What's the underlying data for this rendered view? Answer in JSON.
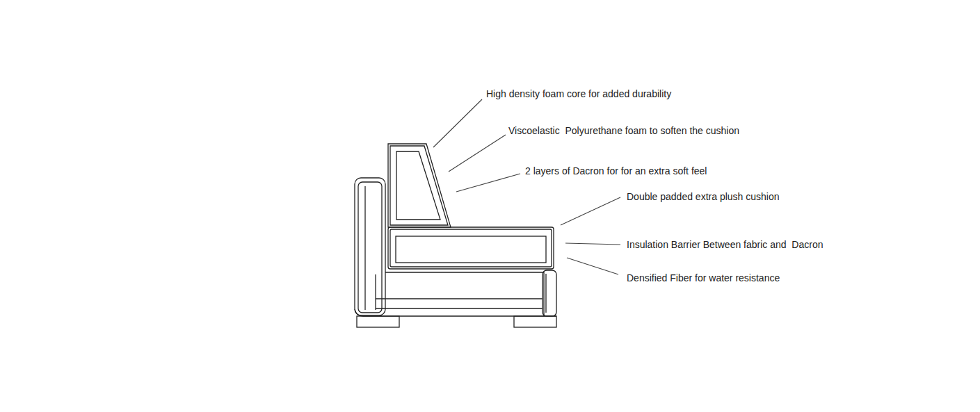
{
  "diagram": {
    "labels": [
      "High density foam core for added durability",
      "Viscoelastic  Polyurethane foam to soften the cushion",
      "2 layers of Dacron for for an extra soft feel",
      "Double padded extra plush cushion",
      "Insulation Barrier Between fabric and  Dacron",
      "Densified Fiber for water resistance"
    ]
  }
}
